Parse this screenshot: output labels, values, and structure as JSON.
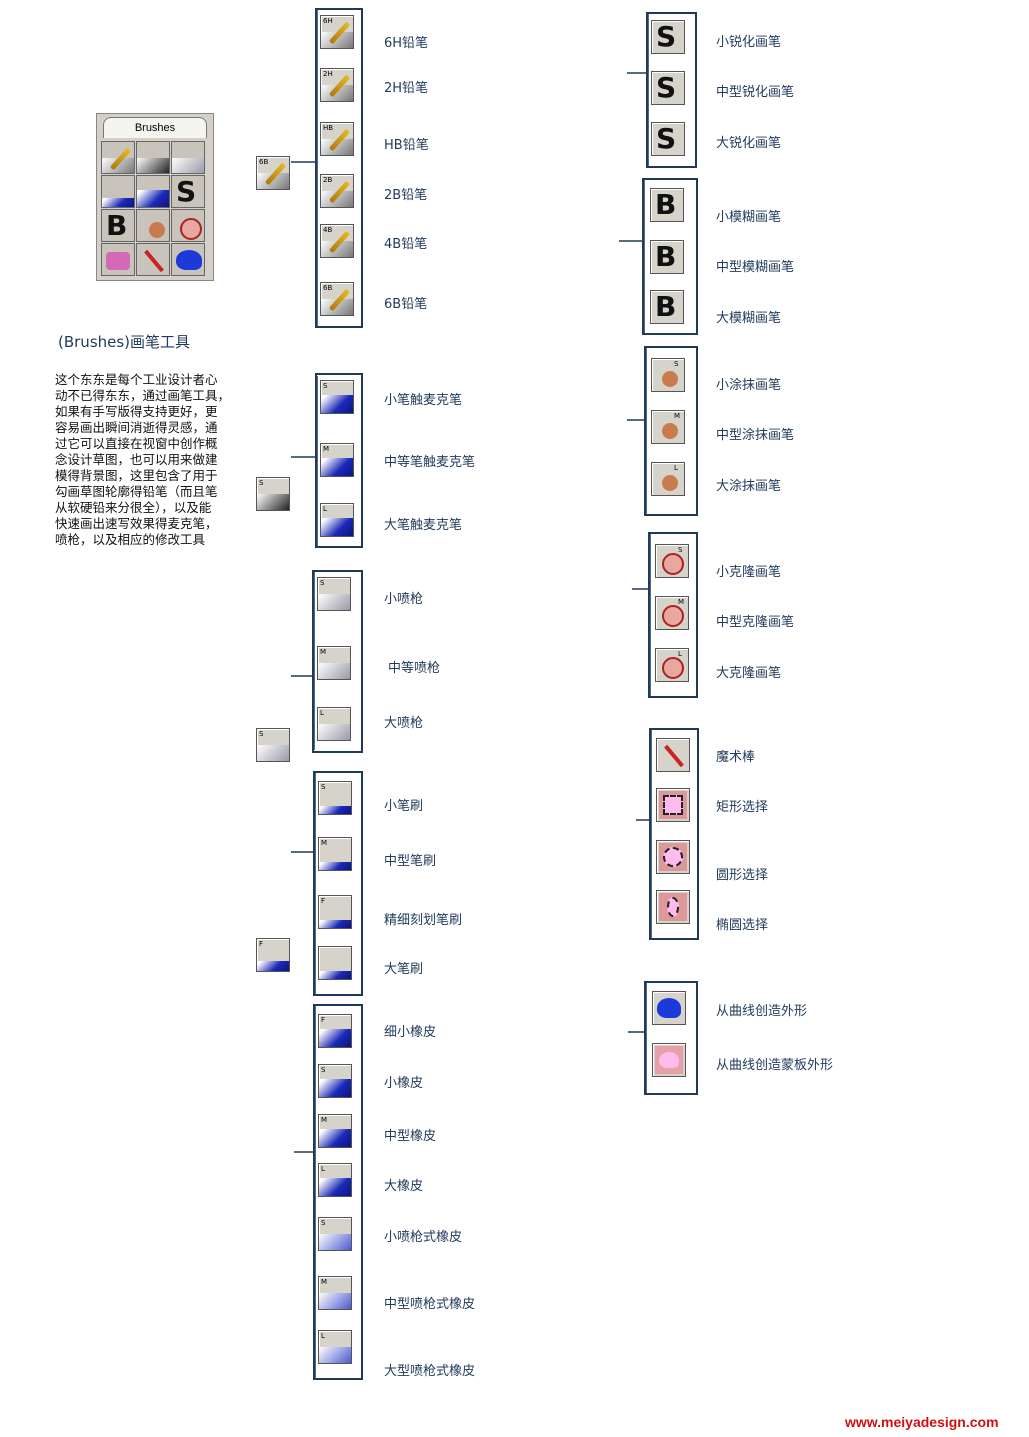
{
  "palette": {
    "title": "Brushes",
    "cells": [
      "6B",
      "S",
      "S",
      "F",
      "F",
      "",
      "",
      "",
      "",
      "",
      "",
      ""
    ]
  },
  "heading": "(Brushes)画笔工具",
  "description": [
    "这个东东是每个工业设计者心",
    "动不已得东东，通过画笔工具，",
    "如果有手写版得支持更好，更",
    "容易画出瞬间消逝得灵感，通",
    "过它可以直接在视窗中创作概",
    "念设计草图，也可以用来做建",
    "模得背景图，这里包含了用于",
    "勾画草图轮廓得铅笔（而且笔",
    "从软硬铅来分很全），以及能",
    "快速画出速写效果得麦克笔，",
    "喷枪，以及相应的修改工具"
  ],
  "groups": {
    "pencils": {
      "trigger": "6B",
      "items": [
        {
          "short": "6H",
          "label": "6H铅笔"
        },
        {
          "short": "2H",
          "label": "2H铅笔"
        },
        {
          "short": "HB",
          "label": "HB铅笔"
        },
        {
          "short": "2B",
          "label": "2B铅笔"
        },
        {
          "short": "4B",
          "label": "4B铅笔"
        },
        {
          "short": "6B",
          "label": "6B铅笔"
        }
      ]
    },
    "markers": {
      "trigger": "S",
      "items": [
        {
          "short": "S",
          "label": "小笔触麦克笔"
        },
        {
          "short": "M",
          "label": "中等笔触麦克笔"
        },
        {
          "short": "L",
          "label": "大笔触麦克笔"
        }
      ]
    },
    "airbrushes": {
      "trigger": "S",
      "items": [
        {
          "short": "S",
          "label": "小喷枪"
        },
        {
          "short": "M",
          "label": "中等喷枪"
        },
        {
          "short": "L",
          "label": "大喷枪"
        }
      ]
    },
    "paintbrushes": {
      "trigger": "F",
      "items": [
        {
          "short": "S",
          "label": "小笔刷"
        },
        {
          "short": "M",
          "label": "中型笔刷"
        },
        {
          "short": "F",
          "label": "精细刻划笔刷"
        },
        {
          "short": "",
          "label": "大笔刷"
        }
      ]
    },
    "erasers": {
      "items": [
        {
          "short": "F",
          "label": "细小橡皮"
        },
        {
          "short": "S",
          "label": "小橡皮"
        },
        {
          "short": "M",
          "label": "中型橡皮"
        },
        {
          "short": "L",
          "label": "大橡皮"
        },
        {
          "short": "S",
          "label": "小喷枪式橡皮"
        },
        {
          "short": "M",
          "label": "中型喷枪式橡皮"
        },
        {
          "short": "L",
          "label": "大型喷枪式橡皮"
        }
      ]
    },
    "sharpen": {
      "items": [
        {
          "label": "小锐化画笔"
        },
        {
          "label": "中型锐化画笔"
        },
        {
          "label": "大锐化画笔"
        }
      ]
    },
    "blur": {
      "items": [
        {
          "label": "小模糊画笔"
        },
        {
          "label": "中型模糊画笔"
        },
        {
          "label": "大模糊画笔"
        }
      ]
    },
    "smudge": {
      "items": [
        {
          "short": "S",
          "label": "小涂抹画笔"
        },
        {
          "short": "M",
          "label": "中型涂抹画笔"
        },
        {
          "short": "L",
          "label": "大涂抹画笔"
        }
      ]
    },
    "clone": {
      "items": [
        {
          "short": "S",
          "label": "小克隆画笔"
        },
        {
          "short": "M",
          "label": "中型克隆画笔"
        },
        {
          "short": "L",
          "label": "大克隆画笔"
        }
      ]
    },
    "selection": {
      "items": [
        {
          "label": "魔术棒"
        },
        {
          "label": "矩形选择"
        },
        {
          "label": "圆形选择"
        },
        {
          "label": "椭圆选择"
        }
      ]
    },
    "shapes": {
      "items": [
        {
          "label": "从曲线创造外形"
        },
        {
          "label": "从曲线创造蒙板外形"
        }
      ]
    }
  },
  "watermark": "www.meiyadesign.com",
  "colors": {
    "accent": "#1f3a5a",
    "brush_blue": "#1b2ab8",
    "watermark": "#d01010"
  }
}
